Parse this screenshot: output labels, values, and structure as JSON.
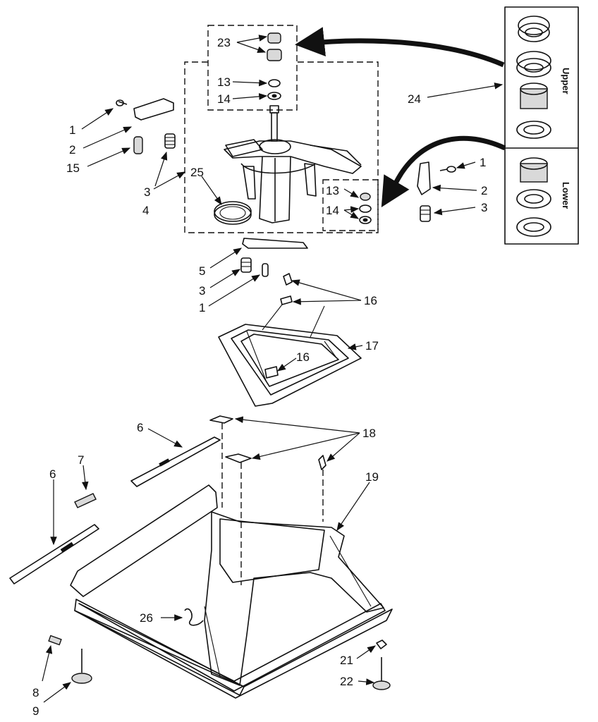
{
  "diagram": {
    "callouts": {
      "c1a": "1",
      "c2a": "2",
      "c15": "15",
      "c3a": "3",
      "c4": "4",
      "c25": "25",
      "c23": "23",
      "c13a": "13",
      "c14a": "14",
      "c24": "24",
      "c1b": "1",
      "c2b": "2",
      "c3b": "3",
      "c13b": "13",
      "c14b": "14",
      "c5": "5",
      "c3c": "3",
      "c1c": "1",
      "c16a": "16",
      "c16b": "16",
      "c17": "17",
      "c6a": "6",
      "c18": "18",
      "c7": "7",
      "c6b": "6",
      "c19": "19",
      "c26": "26",
      "c8": "8",
      "c9": "9",
      "c21": "21",
      "c22": "22"
    },
    "inset": {
      "upper_label": "Upper",
      "lower_label": "Lower"
    }
  }
}
